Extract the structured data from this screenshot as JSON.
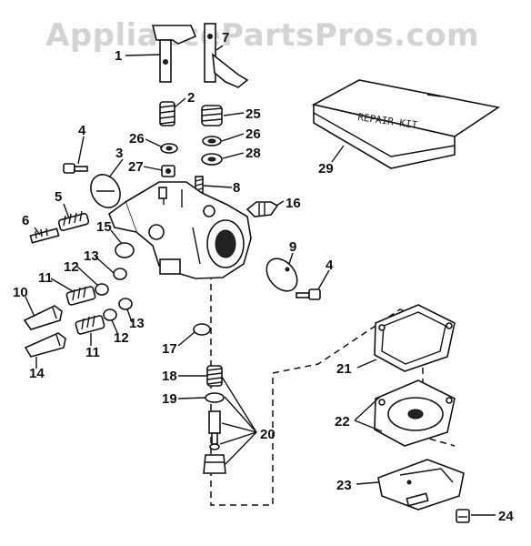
{
  "watermark": "AppliancePartsPros.com",
  "repair_kit_label": "REPAIR KIT",
  "callouts": {
    "c1": "1",
    "c2": "2",
    "c3": "3",
    "c4a": "4",
    "c4b": "4",
    "c5": "5",
    "c6": "6",
    "c7": "7",
    "c8": "8",
    "c9": "9",
    "c10": "10",
    "c11a": "11",
    "c11b": "11",
    "c12a": "12",
    "c12b": "12",
    "c13a": "13",
    "c13b": "13",
    "c14": "14",
    "c15": "15",
    "c16": "16",
    "c17": "17",
    "c18": "18",
    "c19": "19",
    "c20": "20",
    "c21": "21",
    "c22": "22",
    "c23": "23",
    "c24": "24",
    "c25": "25",
    "c26a": "26",
    "c26b": "26",
    "c27": "27",
    "c28": "28",
    "c29": "29"
  }
}
